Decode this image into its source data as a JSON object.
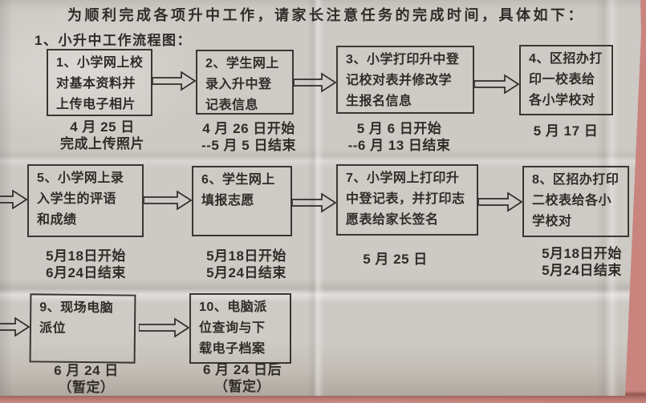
{
  "page": {
    "intro": "为顺利完成各项升中工作，请家长注意任务的完成时间，具体如下：",
    "section_title": "1、小升中工作流程图："
  },
  "colors": {
    "paper": "#cdc9c4",
    "ink": "#302d29",
    "pink_background": "#cb8d88",
    "box_border": "#3a3733"
  },
  "icons": {
    "flow_arrow": "hollow-right-arrow"
  },
  "flowchart": {
    "boxes": [
      {
        "label": "1、小学网上校\n对基本资料并\n上传电子相片",
        "date": "4 月 25 日\n完成上传照片"
      },
      {
        "label": "2、学生网上\n录入升中登\n记表信息",
        "date": "4 月 26 日开始\n--5 月 5 日结束"
      },
      {
        "label": "3、小学打印升中登\n记校对表并修改学\n生报名信息",
        "date": "5 月 6 日开始\n--6 月 13 日结束"
      },
      {
        "label": "4、区招办打\n印一校表给\n各小学校对",
        "date": "5 月 17 日"
      },
      {
        "label": "5、小学网上录\n入学生的评语\n和成绩",
        "date": "5月18日开始\n6月24日结束"
      },
      {
        "label": "6、学生网上\n填报志愿",
        "date": "5月18日开始\n5月24日结束"
      },
      {
        "label": "7、小学网上打印升\n中登记表，并打印志\n愿表给家长签名",
        "date": "5 月 25 日"
      },
      {
        "label": "8、区招办打印\n二校表给各小\n学校对",
        "date": "5月18日开始\n5月24日结束"
      },
      {
        "label": "9、现场电脑\n派位",
        "date": "6 月 24 日\n（暂定）"
      },
      {
        "label": "10、电脑派\n位查询与下\n载电子档案",
        "date": "6 月 24 日后\n（暂定）"
      }
    ]
  }
}
